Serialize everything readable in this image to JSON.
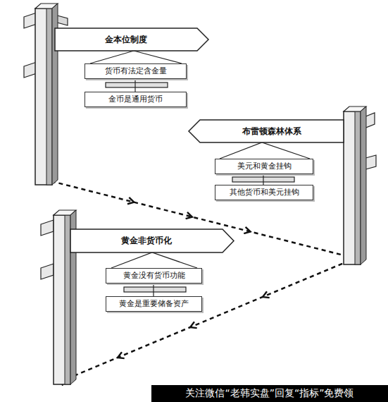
{
  "diagram": {
    "nodes": [
      {
        "text": [
          "金本位制度"
        ]
      },
      {
        "text": [
          "货币有法定含金量"
        ]
      },
      {
        "text": [
          "金币是通用货币"
        ]
      },
      {
        "text": [
          "布雷顿森林体系"
        ]
      },
      {
        "text": [
          "美元和黄金挂钩"
        ]
      },
      {
        "text": [
          "其他货币和美元挂钩"
        ]
      },
      {
        "text": [
          "黄金非货币化"
        ]
      },
      {
        "text": [
          "黄金没有货币功能"
        ]
      },
      {
        "text": [
          "黄金是重要储备资产"
        ]
      }
    ],
    "edges": [
      {
        "from": 0,
        "to": 3,
        "arrow": "to"
      },
      {
        "from": 3,
        "to": 6,
        "arrow": "to"
      }
    ],
    "labels": [
      "关注微信“老韩实盘”回复“指标”免费领"
    ]
  }
}
